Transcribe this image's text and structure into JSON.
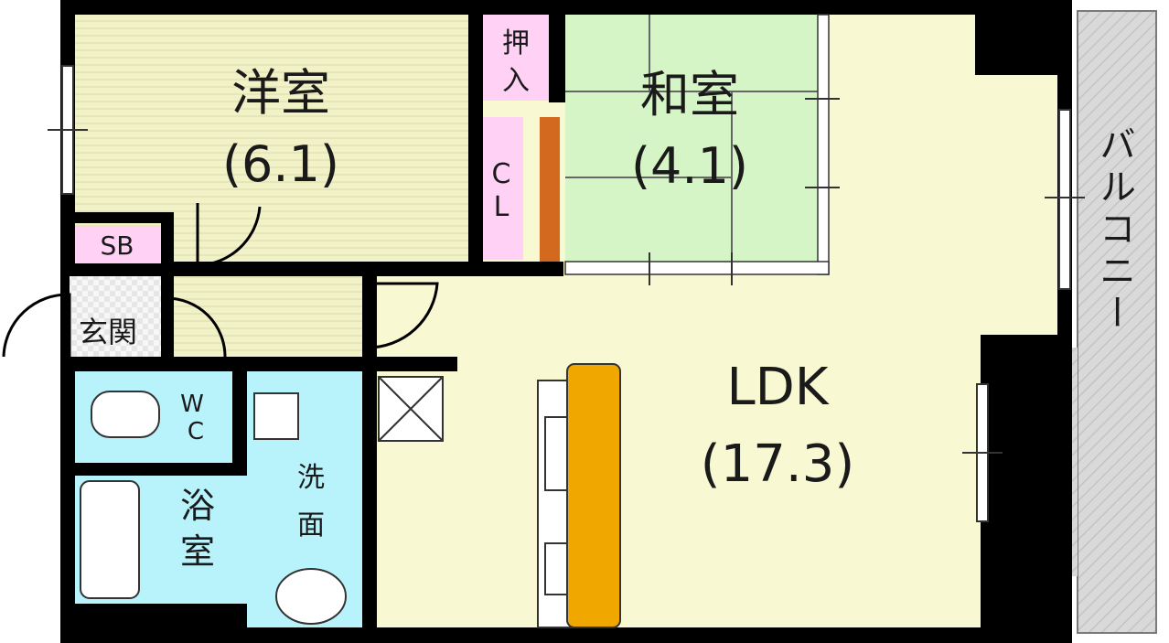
{
  "rooms": {
    "western": {
      "name": "洋室",
      "size": "(6.1)"
    },
    "japanese": {
      "name": "和室",
      "size": "(4.1)"
    },
    "ldk": {
      "name": "LDK",
      "size": "(17.3)"
    },
    "oshiire": {
      "line1": "押",
      "line2": "入"
    },
    "closet": {
      "line1": "C",
      "line2": "L"
    },
    "shoebox": {
      "label": "SB"
    },
    "entrance": {
      "label": "玄関"
    },
    "wc": {
      "line1": "W",
      "line2": "C"
    },
    "washroom": {
      "line1": "洗",
      "line2": "面"
    },
    "bathroom": {
      "line1": "浴",
      "line2": "室"
    },
    "balcony": {
      "label": "バルコニー"
    }
  },
  "colors": {
    "western_floor": "#f2f2c8",
    "japanese_tatami": "#d6f5c6",
    "ldk_floor": "#f8f8d2",
    "storage": "#ffd1f5",
    "wet_area": "#b8f2fb",
    "balcony": "#d9d9d9",
    "counter": "#f0a800",
    "wall": "#000000"
  }
}
